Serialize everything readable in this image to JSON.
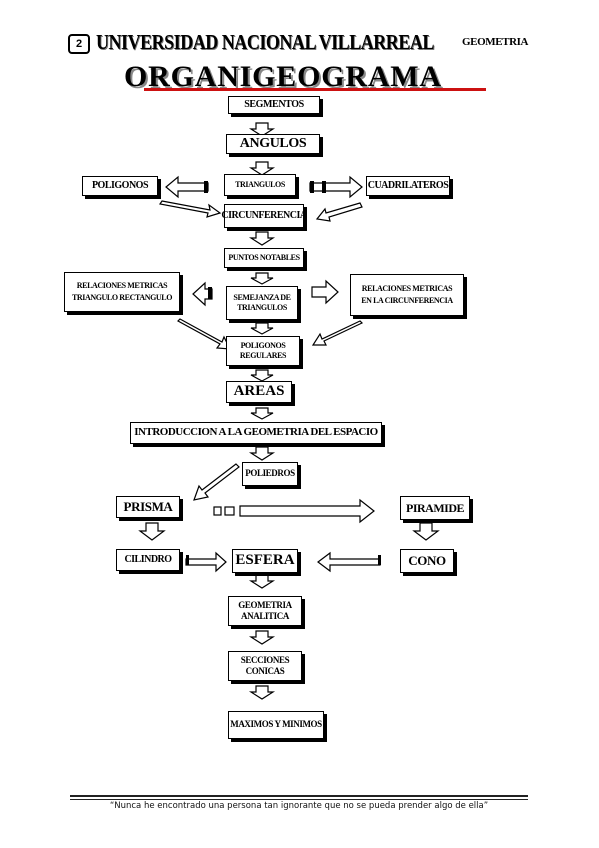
{
  "header": {
    "page_number": "2",
    "university": "UNIVERSIDAD NACIONAL VILLARREAL",
    "subject": "GEOMETRIA"
  },
  "title": "ORGANIGEOGRAMA",
  "nodes": {
    "segmentos": "SEGMENTOS",
    "angulos": "ANGULOS",
    "triangulos": "TRIANGULOS",
    "poligonos": "POLIGONOS",
    "cuadrilateros": "CUADRILATEROS",
    "circunferencia": "CIRCUNFERENCIA",
    "puntos_notables": "PUNTOS NOTABLES",
    "relaciones_triangulo_line1": "RELACIONES METRICAS",
    "relaciones_triangulo_line2": "TRIANGULO RECTANGULO",
    "semejanza_line1": "SEMEJANZA DE",
    "semejanza_line2": "TRIANGULOS",
    "relaciones_circ_line1": "RELACIONES METRICAS",
    "relaciones_circ_line2": "EN LA CIRCUNFERENCIA",
    "poligonos_regulares_line1": "POLIGONOS",
    "poligonos_regulares_line2": "REGULARES",
    "areas": "AREAS",
    "intro_espacio": "INTRODUCCION A LA GEOMETRIA DEL ESPACIO",
    "poliedros": "POLIEDROS",
    "prisma": "PRISMA",
    "piramide": "PIRAMIDE",
    "cilindro": "CILINDRO",
    "esfera": "ESFERA",
    "cono": "CONO",
    "geometria_analitica_line1": "GEOMETRIA",
    "geometria_analitica_line2": "ANALITICA",
    "secciones_conicas_line1": "SECCIONES",
    "secciones_conicas_line2": "CONICAS",
    "maximos_minimos": "MAXIMOS Y MINIMOS"
  },
  "footer": {
    "quote": "“Nunca he encontrado una persona tan ignorante que no se pueda prender algo de ella”"
  },
  "colors": {
    "accent_bar": "#cc1111",
    "ink": "#000000"
  }
}
